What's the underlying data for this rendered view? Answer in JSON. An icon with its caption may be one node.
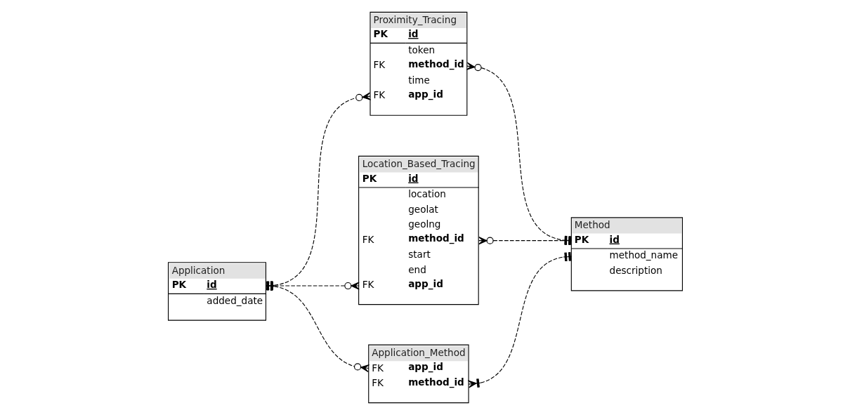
{
  "diagram": {
    "nodes": [
      {
        "text": [
          "Proximity_Tracing",
          "PK",
          "id",
          "token",
          "FK",
          "method_id",
          "time",
          "FK",
          "app_id"
        ]
      },
      {
        "text": [
          "Location_Based_Tracing",
          "PK",
          "id",
          "location",
          "geolat",
          "geolng",
          "FK",
          "method_id",
          "start",
          "end",
          "FK",
          "app_id"
        ]
      },
      {
        "text": [
          "Application",
          "PK",
          "id",
          "added_date"
        ]
      },
      {
        "text": [
          "Method",
          "PK",
          "id",
          "method_name",
          "description"
        ]
      },
      {
        "text": [
          "Application_Method",
          "FK",
          "app_id",
          "FK",
          "method_id"
        ]
      }
    ],
    "edges": [
      {
        "from": 2,
        "to": 0,
        "arrow": "other",
        "style": "dashed"
      },
      {
        "from": 2,
        "to": 1,
        "arrow": "other",
        "style": "dashed"
      },
      {
        "from": 0,
        "to": 3,
        "arrow": "other",
        "style": "dashed"
      },
      {
        "from": 1,
        "to": 3,
        "arrow": "other",
        "style": "dashed"
      },
      {
        "from": 2,
        "to": 4,
        "arrow": "other",
        "style": "dashed"
      },
      {
        "from": 4,
        "to": 3,
        "arrow": "other",
        "style": "dashed"
      }
    ]
  }
}
